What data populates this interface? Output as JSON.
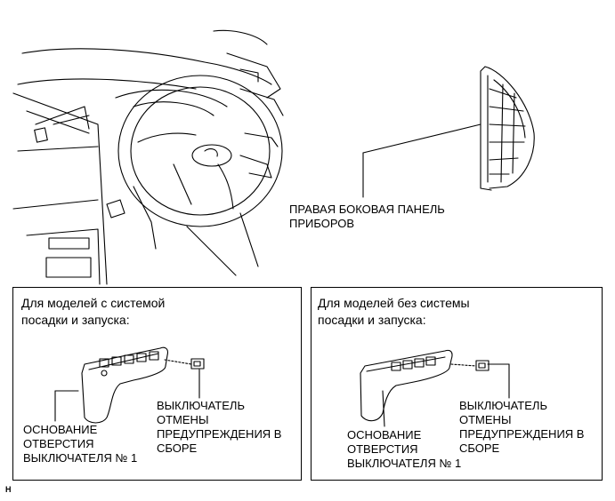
{
  "top": {
    "panel_label_line1": "ПРАВАЯ БОКОВАЯ ПАНЕЛЬ",
    "panel_label_line2": "ПРИБОРОВ"
  },
  "left_box": {
    "header_line1": "Для моделей с системой",
    "header_line2": "посадки и запуска:",
    "switch_label_line1": "ВЫКЛЮЧАТЕЛЬ",
    "switch_label_line2": "ОТМЕНЫ",
    "switch_label_line3": "ПРЕДУПРЕЖДЕНИЯ В",
    "switch_label_line4": "СБОРЕ",
    "base_label_line1": "ОСНОВАНИЕ",
    "base_label_line2": "ОТВЕРСТИЯ",
    "base_label_line3": "ВЫКЛЮЧАТЕЛЯ № 1"
  },
  "right_box": {
    "header_line1": "Для моделей без системы",
    "header_line2": "посадки и запуска:",
    "switch_label_line1": "ВЫКЛЮЧАТЕЛЬ",
    "switch_label_line2": "ОТМЕНЫ",
    "switch_label_line3": "ПРЕДУПРЕЖДЕНИЯ В",
    "switch_label_line4": "СБОРЕ",
    "base_label_line1": "ОСНОВАНИЕ",
    "base_label_line2": "ОТВЕРСТИЯ",
    "base_label_line3": "ВЫКЛЮЧАТЕЛЯ № 1"
  },
  "figure_code": "H"
}
